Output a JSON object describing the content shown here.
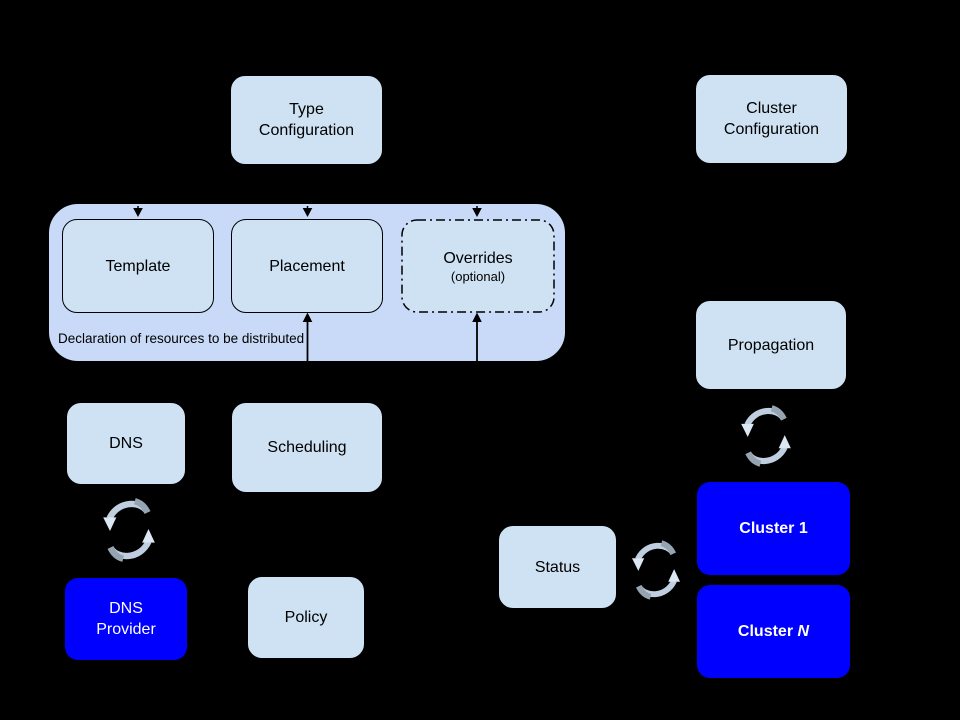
{
  "colors": {
    "background": "#000000",
    "node_fill": "#cfe2f3",
    "group_fill": "#c9daf8",
    "highlight_fill": "#0000ff",
    "node_border": "#000000",
    "node_text": "#000000",
    "highlight_text": "#ffffff",
    "sync_arc": "#bfcfdf",
    "sync_arrowhead": "#dbe7f3",
    "sync_tail": "#96a4b2"
  },
  "nodes": {
    "type_config": {
      "lines": [
        "Type",
        "Configuration"
      ]
    },
    "cluster_config": {
      "lines": [
        "Cluster",
        "Configuration"
      ]
    },
    "template": {
      "label": "Template"
    },
    "placement": {
      "label": "Placement"
    },
    "overrides": {
      "title": "Overrides",
      "subtitle": "(optional)"
    },
    "dns": {
      "label": "DNS"
    },
    "scheduling": {
      "label": "Scheduling"
    },
    "dns_provider": {
      "lines": [
        "DNS",
        "Provider"
      ]
    },
    "policy": {
      "label": "Policy"
    },
    "propagation": {
      "label": "Propagation"
    },
    "status": {
      "label": "Status"
    },
    "cluster_1": {
      "label": "Cluster 1"
    },
    "cluster_n": {
      "prefix": "Cluster ",
      "suffix": "N"
    }
  },
  "group": {
    "caption": "Declaration of resources to be distributed"
  },
  "icons": {
    "sync": "circular-sync-arrows"
  }
}
